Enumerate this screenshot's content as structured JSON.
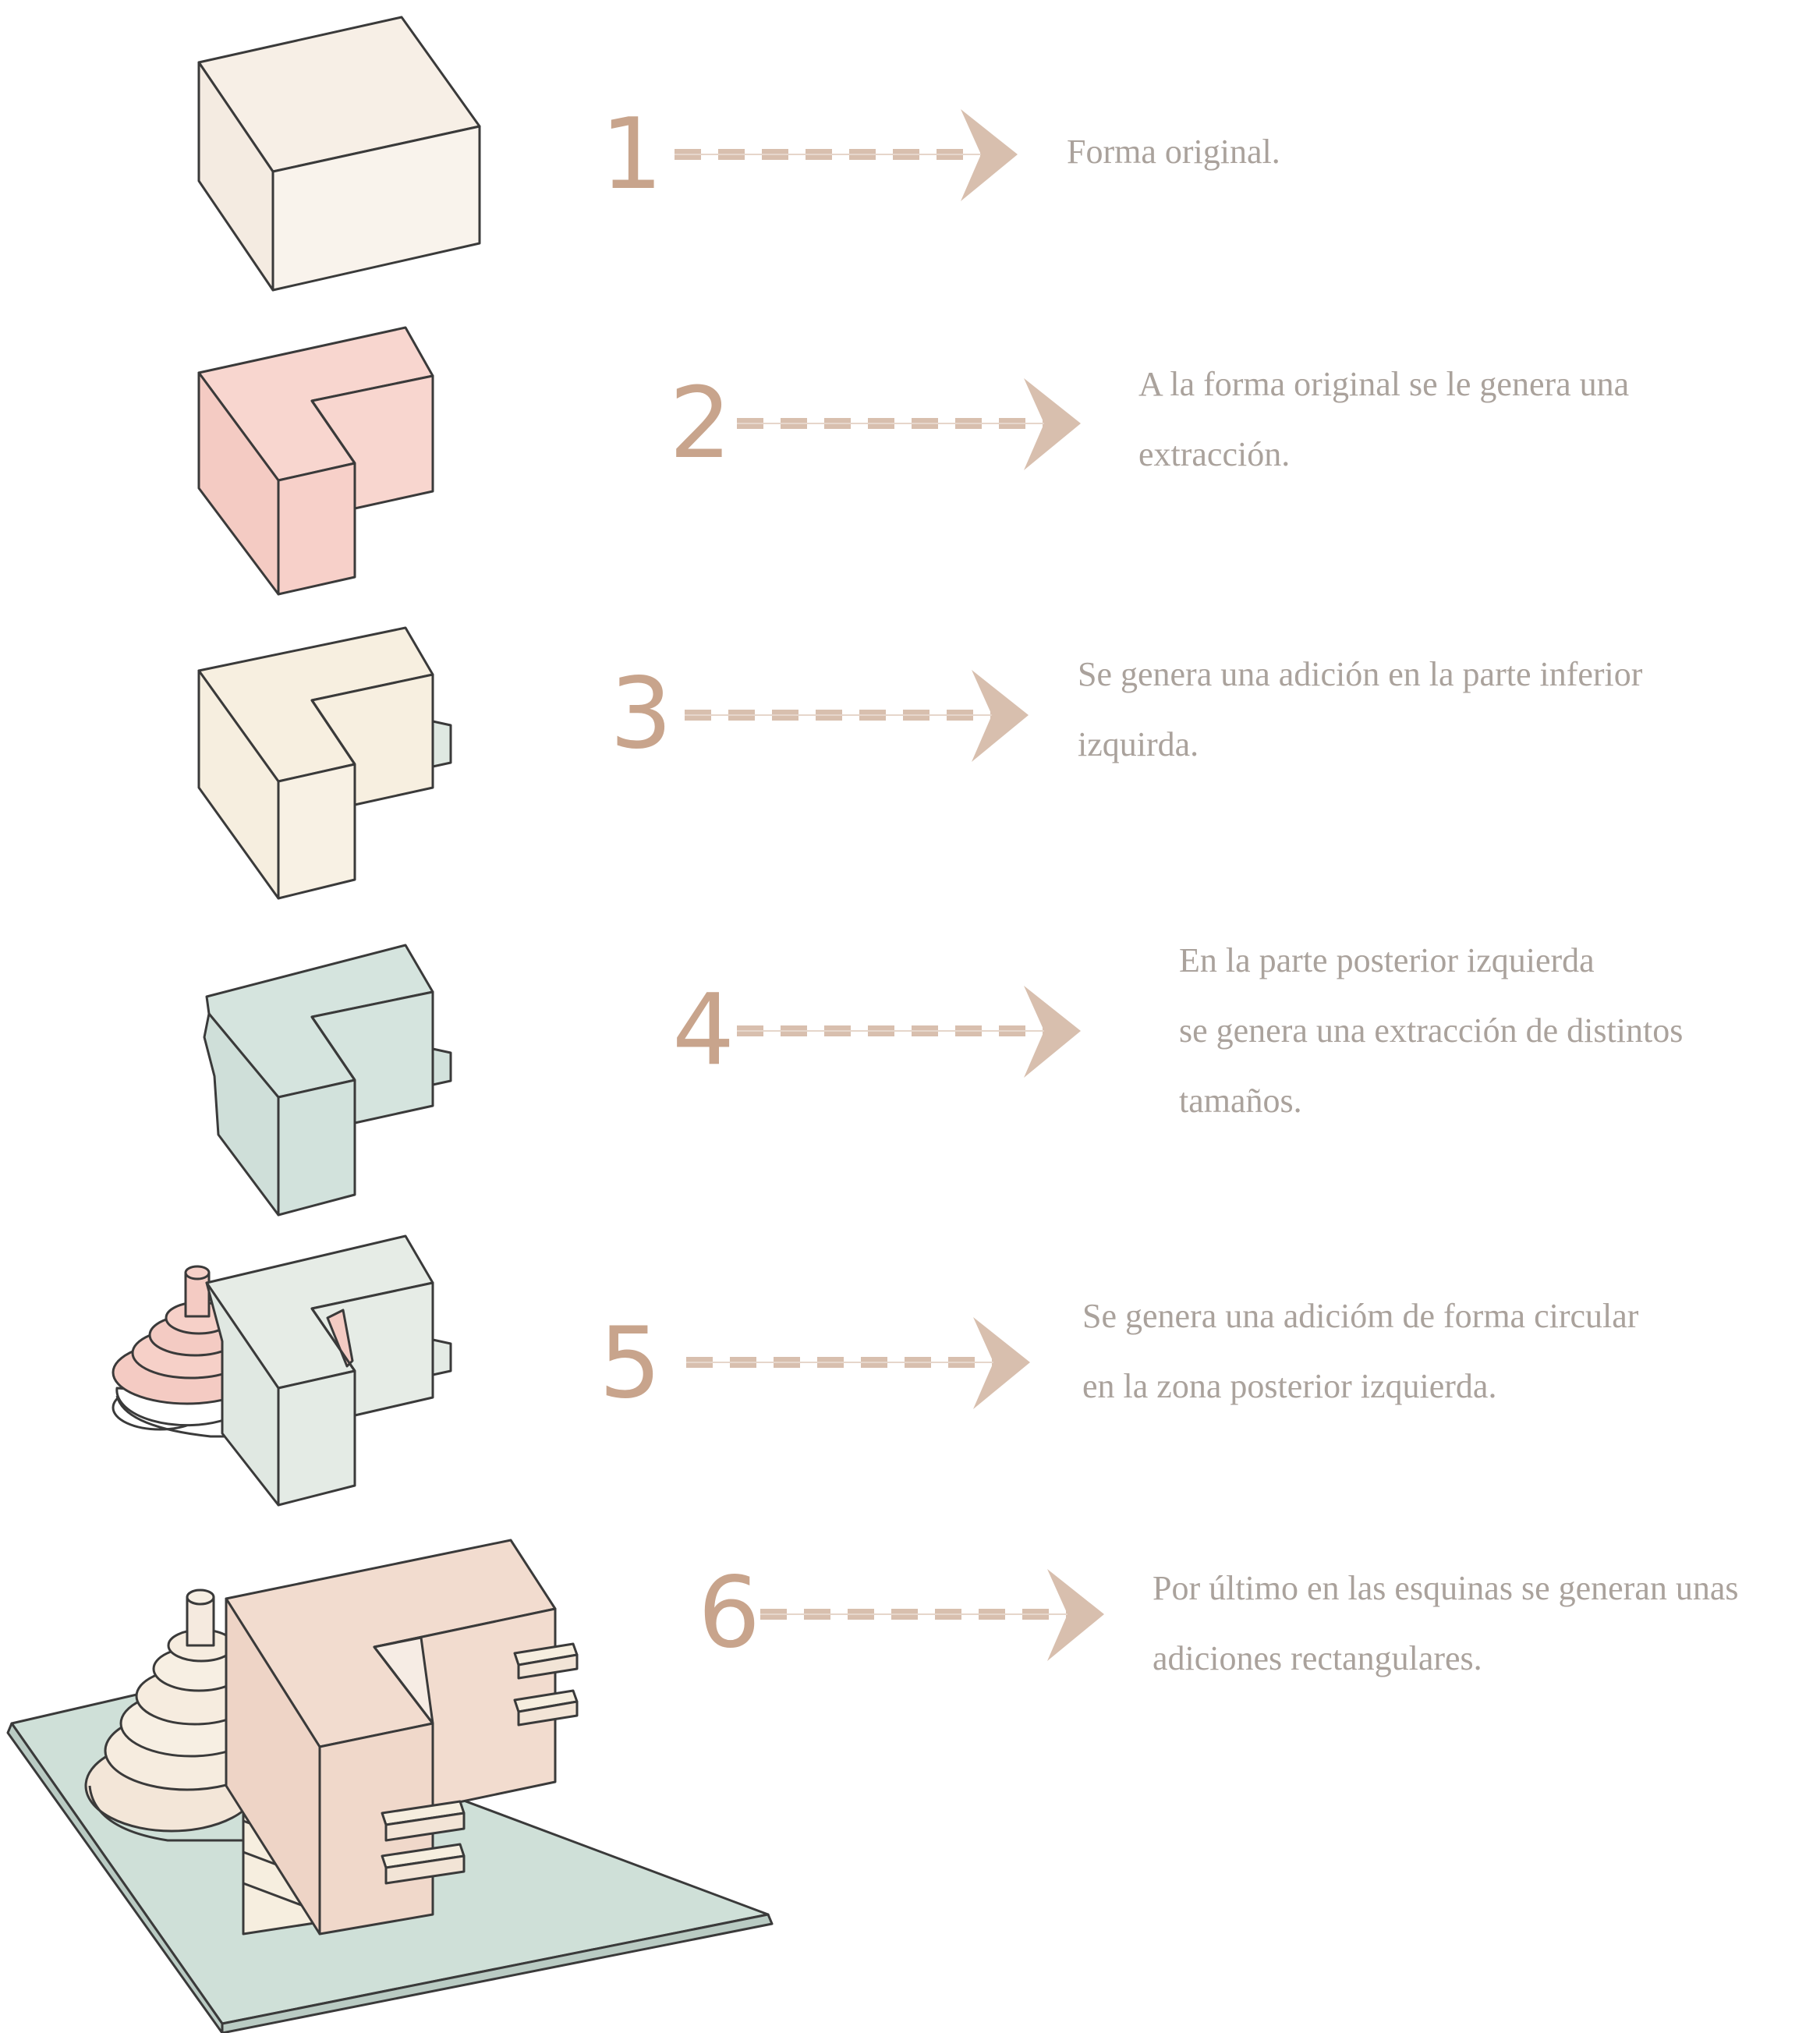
{
  "steps": [
    {
      "number": "1",
      "lines": [
        "Forma original."
      ]
    },
    {
      "number": "2",
      "lines": [
        "A la forma original se le genera una",
        "extracción."
      ]
    },
    {
      "number": "3",
      "lines": [
        "Se genera una adición en la parte inferior",
        "izquirda."
      ]
    },
    {
      "number": "4",
      "lines": [
        "En la parte posterior izquierda",
        "se genera una extracción de distintos",
        "tamaños."
      ]
    },
    {
      "number": "5",
      "lines": [
        "Se genera una adicióm de forma circular",
        "en la zona posterior izquierda."
      ]
    },
    {
      "number": "6",
      "lines": [
        "Por último en las esquinas se generan unas",
        "adiciones rectangulares."
      ]
    }
  ],
  "colors": {
    "accent": "#c8a48c",
    "arrow": "#d8bfae",
    "text": "#aaa29c",
    "outline": "#3a3a3a",
    "cream": "#f7efe6",
    "pink": "#f6cfc8",
    "beige": "#f6eedf",
    "sage": "#d2e2dc",
    "light_sage": "#e4ebe5",
    "peach": "#f2dccf",
    "base_plate": "#cfe0d8"
  }
}
